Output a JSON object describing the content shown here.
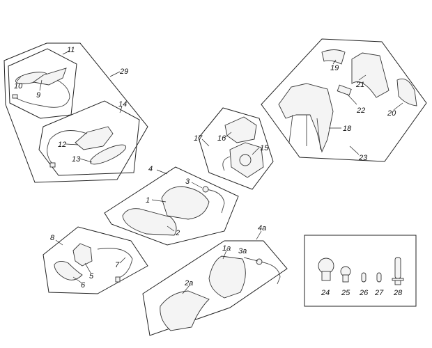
{
  "diagram": {
    "title": "Lighting parts exploded view",
    "labels": {
      "p1": "1",
      "p1a": "1a",
      "p2": "2",
      "p2a": "2a",
      "p3": "3",
      "p3a": "3a",
      "p4": "4",
      "p4a": "4a",
      "p5": "5",
      "p6": "6",
      "p7": "7",
      "p8": "8",
      "p9": "9",
      "p10": "10",
      "p11": "11",
      "p12": "12",
      "p13": "13",
      "p14": "14",
      "p15": "15",
      "p16": "16",
      "p17": "17",
      "p18": "18",
      "p19": "19",
      "p20": "20",
      "p21": "21",
      "p22": "22",
      "p23": "23",
      "p24": "24",
      "p25": "25",
      "p26": "26",
      "p27": "27",
      "p28": "28",
      "p29": "29"
    }
  }
}
